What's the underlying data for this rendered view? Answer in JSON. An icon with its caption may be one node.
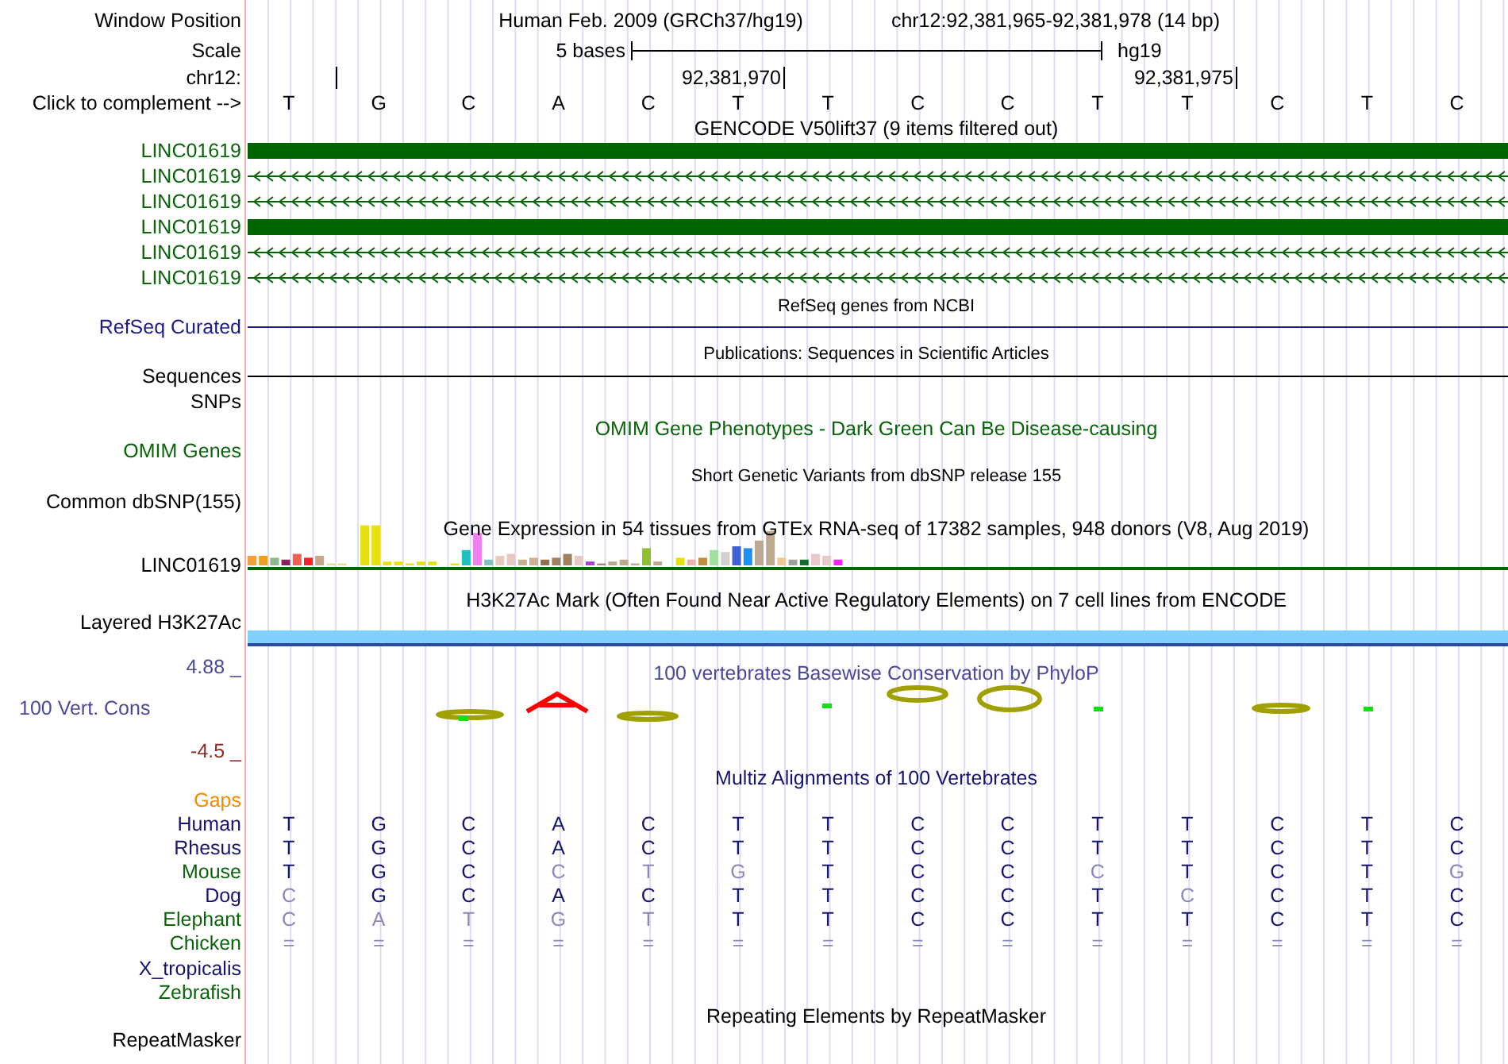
{
  "diagram": {
    "labels": [
      "Window Position",
      "Human Feb. 2009 (GRCh37/hg19)",
      "chr12:92,381,965-92,381,978 (14 bp)",
      "Scale",
      "5 bases",
      "hg19",
      "chr12:",
      "92,381,970",
      "92,381,975",
      "Click to complement -->",
      "T",
      "G",
      "C",
      "A",
      "C",
      "T",
      "T",
      "C",
      "C",
      "T",
      "T",
      "C",
      "T",
      "C",
      "GENCODE V50lift37 (9 items filtered out)",
      "LINC01619",
      "LINC01619",
      "LINC01619",
      "LINC01619",
      "LINC01619",
      "LINC01619",
      "RefSeq genes from NCBI",
      "RefSeq Curated",
      "Publications: Sequences in Scientific Articles",
      "Sequences",
      "SNPs",
      "OMIM Gene Phenotypes - Dark Green Can Be Disease-causing",
      "OMIM Genes",
      "Short Genetic Variants from dbSNP release 155",
      "Common dbSNP(155)",
      "Gene Expression in 54 tissues from GTEx RNA-seq of 17382 samples, 948 donors (V8, Aug 2019)",
      "LINC01619",
      "H3K27Ac Mark (Often Found Near Active Regulatory Elements) on 7 cell lines from ENCODE",
      "Layered H3K27Ac",
      "4.88 _",
      "100 vertebrates Basewise Conservation by PhyloP",
      "100 Vert. Cons",
      "-4.5 _",
      "Multiz Alignments of 100 Vertebrates",
      "Gaps",
      "Human",
      "T",
      "G",
      "C",
      "A",
      "C",
      "T",
      "T",
      "C",
      "C",
      "T",
      "T",
      "C",
      "T",
      "C",
      "Rhesus",
      "T",
      "G",
      "C",
      "A",
      "C",
      "T",
      "T",
      "C",
      "C",
      "T",
      "T",
      "C",
      "T",
      "C",
      "Mouse",
      "T",
      "G",
      "C",
      "C",
      "T",
      "G",
      "T",
      "C",
      "C",
      "C",
      "T",
      "C",
      "T",
      "G",
      "Dog",
      "C",
      "G",
      "C",
      "A",
      "C",
      "T",
      "T",
      "C",
      "C",
      "T",
      "C",
      "C",
      "T",
      "C",
      "Elephant",
      "C",
      "A",
      "T",
      "G",
      "T",
      "T",
      "T",
      "C",
      "C",
      "T",
      "T",
      "C",
      "T",
      "C",
      "Chicken",
      "=",
      "=",
      "=",
      "=",
      "=",
      "=",
      "=",
      "=",
      "=",
      "=",
      "=",
      "=",
      "=",
      "=",
      "X_tropicalis",
      "Zebrafish",
      "Repeating Elements by RepeatMasker",
      "RepeatMasker"
    ]
  }
}
